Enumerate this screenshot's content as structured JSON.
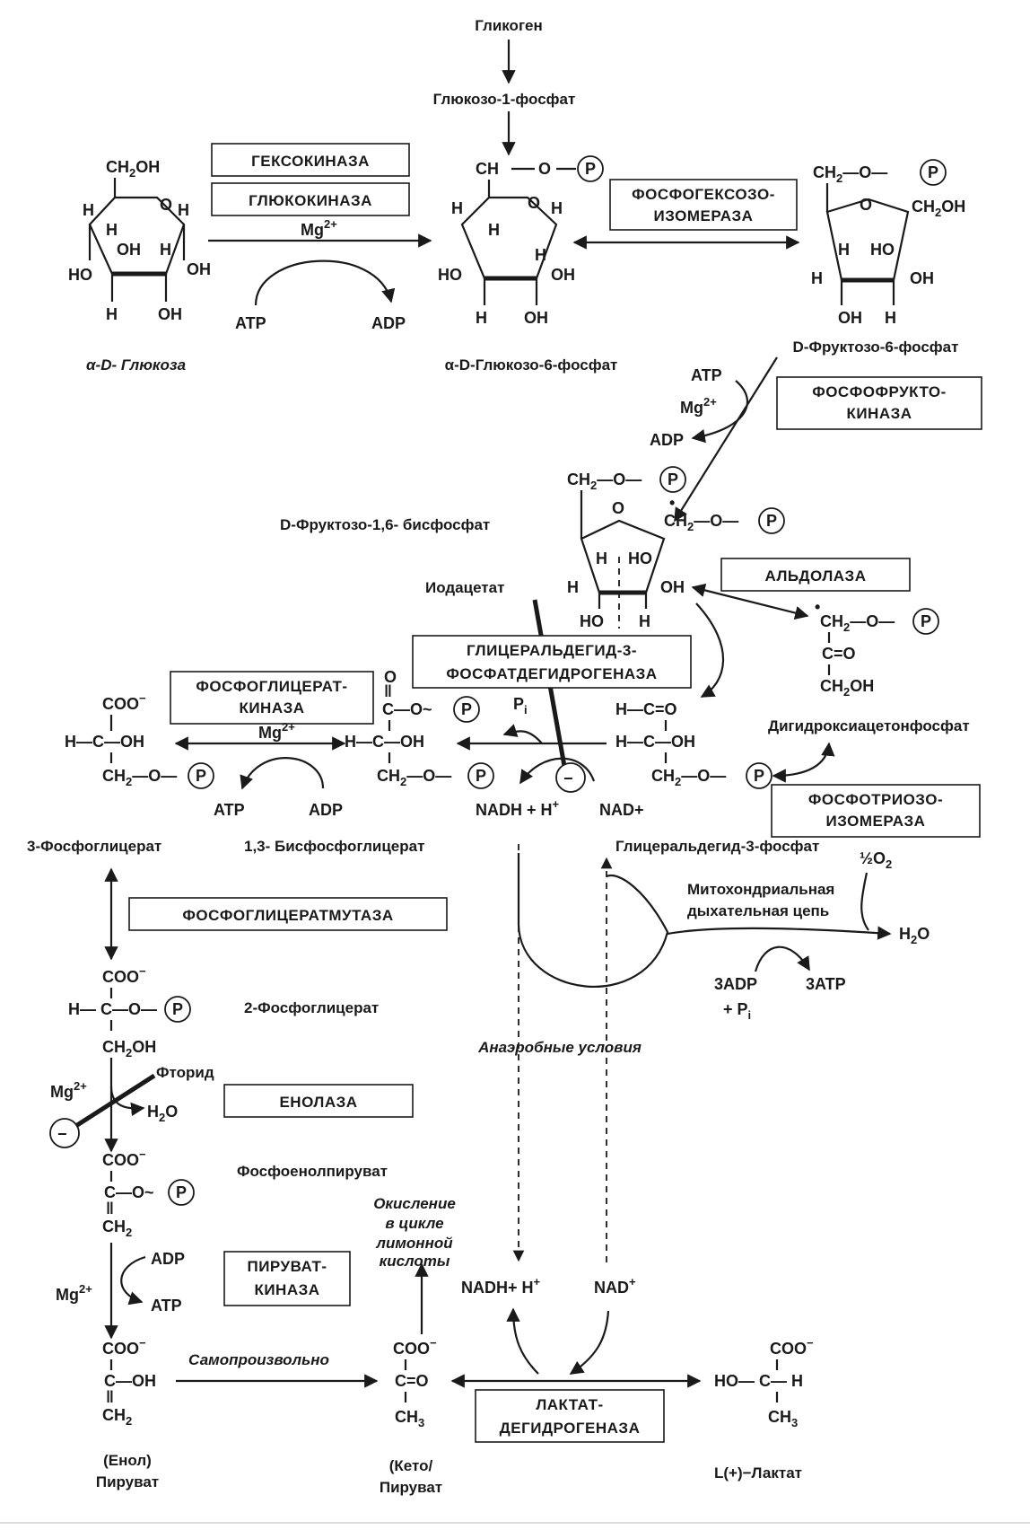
{
  "metabolites": {
    "glycogen": "Гликоген",
    "glucose_1p": "Глюкозо-1-фосфат",
    "alpha_d_glucose": "α-D- Глюкоза",
    "glucose_6p": "α-D-Глюкозо-6-фосфат",
    "fructose_6p": "D-Фруктозо-6-фосфат",
    "fructose_16bp": "D-Фруктозо-1,6- бисфосфат",
    "dhap": "Дигидроксиацетонфосфат",
    "gap": "Глицеральдегид-3-фосфат",
    "bpg13": "1,3- Бисфосфоглицерат",
    "pg3": "3-Фосфоглицерат",
    "pg2": "2-Фосфоглицерат",
    "pep": "Фосфоенолпируват",
    "enol_pyruvate_1": "(Енол)",
    "enol_pyruvate_2": "Пируват",
    "keto_pyruvate_1": "(Кето/",
    "keto_pyruvate_2": "Пируват",
    "lactate": "L(+)−Лактат"
  },
  "enzymes": {
    "hexokinase": "ГЕКСОКИНАЗА",
    "glucokinase": "ГЛЮКОКИНАЗА",
    "phosphohexose_1": "ФОСФОГЕКСОЗО-",
    "phosphohexose_2": "ИЗОМЕРАЗА",
    "pfk_1": "ФОСФОФРУКТО-",
    "pfk_2": "КИНАЗА",
    "aldolase": "АЛЬДОЛАЗА",
    "gapdh_1": "ГЛИЦЕРАЛЬДЕГИД-3-",
    "gapdh_2": "ФОСФАТДЕГИДРОГЕНАЗА",
    "pgk_1": "ФОСФОГЛИЦЕРАТ-",
    "pgk_2": "КИНАЗА",
    "tpi_1": "ФОСФОТРИОЗО-",
    "tpi_2": "ИЗОМЕРАЗА",
    "pgm": "ФОСФОГЛИЦЕРАТМУТАЗА",
    "enolase": "ЕНОЛАЗА",
    "pk_1": "ПИРУВАТ-",
    "pk_2": "КИНАЗА",
    "ldh_1": "ЛАКТАТ-",
    "ldh_2": "ДЕГИДРОГЕНАЗА"
  },
  "cofactors": {
    "mg": "Mg",
    "atp": "ATP",
    "adp": "ADP",
    "nadh": "NADH + H",
    "nad": "NAD+",
    "nadh2": "NADH+ H",
    "nad2": "NAD",
    "pi": "P",
    "h2o": "H",
    "half_o2": "½O",
    "h2o_out": "H",
    "adp3": "3ADP",
    "pi3": "+ P",
    "atp3": "3ATP"
  },
  "inhibitors": {
    "iodoacetate": "Иодацетат",
    "fluoride": "Фторид"
  },
  "notes": {
    "mito_1": "Митохондриальная",
    "mito_2": "дыхательная цепь",
    "anaerobic": "Анаэробные условия",
    "spontaneous": "Самопроизвольно",
    "tca_1": "Окисление",
    "tca_2": "в цикле",
    "tca_3": "лимонной",
    "tca_4": "кислоты"
  }
}
